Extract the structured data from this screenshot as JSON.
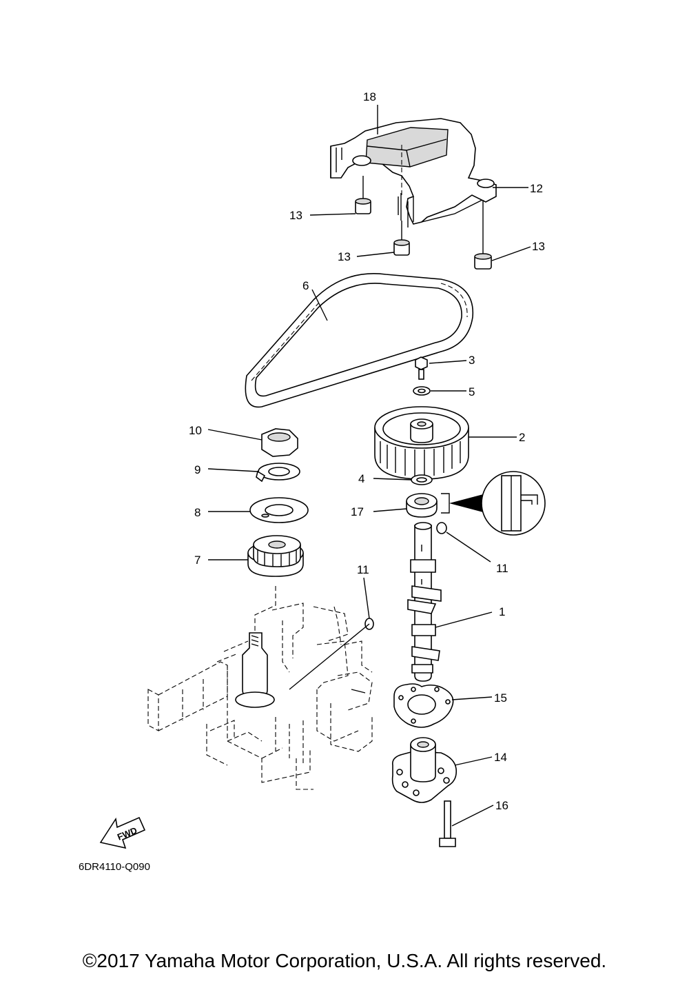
{
  "diagram": {
    "callouts": {
      "c1": "1",
      "c2": "2",
      "c3": "3",
      "c4": "4",
      "c5": "5",
      "c6": "6",
      "c7": "7",
      "c8": "8",
      "c9": "9",
      "c10": "10",
      "c11a": "11",
      "c11b": "11",
      "c12": "12",
      "c13a": "13",
      "c13b": "13",
      "c13c": "13",
      "c14": "14",
      "c15": "15",
      "c16": "16",
      "c17": "17",
      "c18": "18"
    },
    "fwd_label": "FWD",
    "drawing_code": "6DR4110-Q090"
  },
  "footer": {
    "copyright": "©2017 Yamaha Motor Corporation, U.S.A. All rights reserved."
  }
}
